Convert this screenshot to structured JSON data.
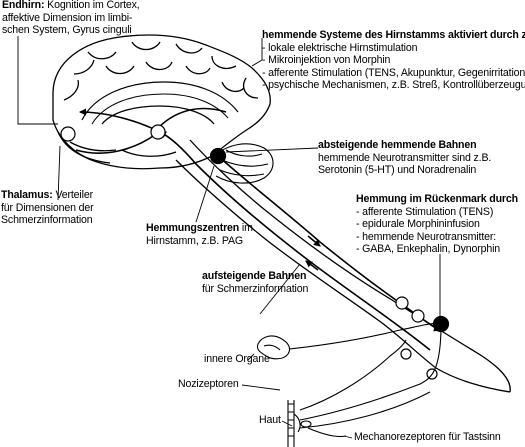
{
  "labels": {
    "endhirn": {
      "title": "Endhirn:",
      "lines": [
        "Kognition im Cortex,",
        "affektive Dimension im limbi-",
        "schen System, Gyrus cinguli"
      ]
    },
    "hirnstamm_systeme": {
      "title": "hemmende Systeme des Hirnstamms aktiviert durch z.B.:",
      "lines": [
        "- lokale elektrische Hirnstimulation",
        "- Mikroinjektion von Morphin",
        "- afferente Stimulation (TENS, Akupunktur, Gegenirritation)",
        "- psychische Mechanismen, z.B. Streß, Kontrollüberzeugung"
      ]
    },
    "absteigende_bahnen": {
      "title": "absteigende hemmende Bahnen",
      "lines": [
        "hemmende Neurotransmitter sind z.B.",
        "Serotonin (5-HT) und Noradrenalin"
      ]
    },
    "thalamus": {
      "title": "Thalamus:",
      "lines": [
        "Verteiler",
        "für Dimensionen der",
        "Schmerzinformation"
      ]
    },
    "hemmungszentren": {
      "title": "Hemmungszentren",
      "lines": [
        "im",
        "Hirnstamm, z.B. PAG"
      ]
    },
    "rueckenmark": {
      "title": "Hemmung im Rückenmark durch",
      "lines": [
        "- afferente Stimulation (TENS)",
        "- epidurale Morphininfusion",
        "- hemmende Neurotransmitter:",
        "- GABA, Enkephalin, Dynorphin"
      ]
    },
    "aufsteigende_bahnen": {
      "title": "aufsteigende Bahnen",
      "lines": [
        "für Schmerzinformation"
      ]
    },
    "innere_organe": "innere Organe",
    "nozizeptoren": "Nozizeptoren",
    "haut": "Haut",
    "mechanorezeptoren": "Mechanorezeptoren für Tastsinn"
  }
}
